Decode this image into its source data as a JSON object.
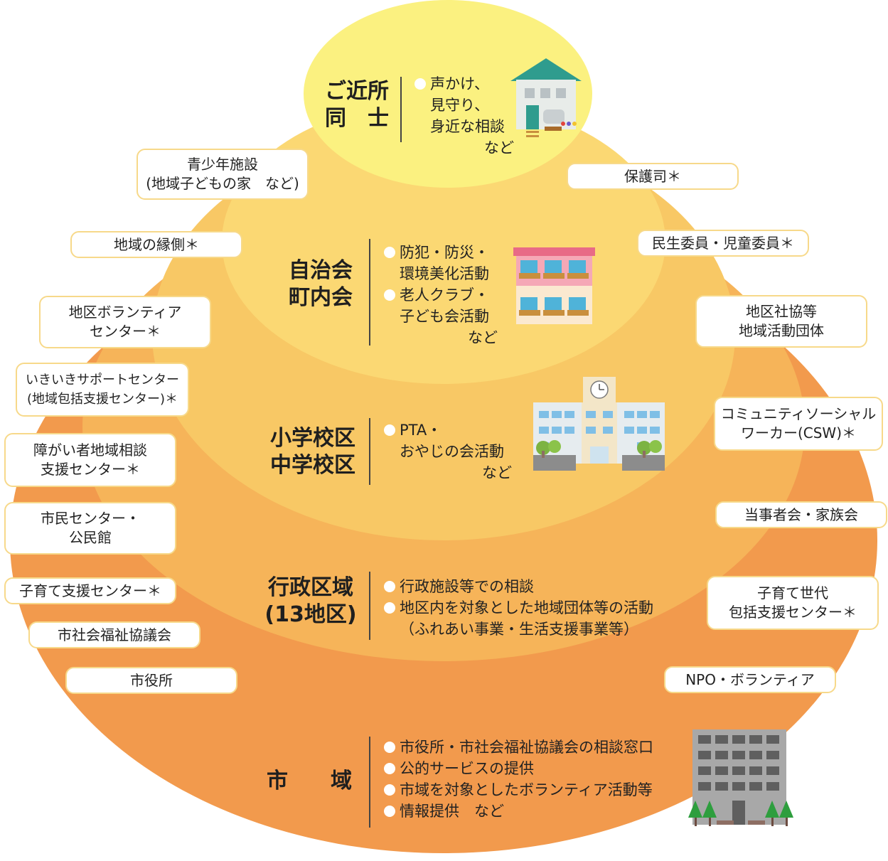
{
  "colors": {
    "outer": "#f29a4d",
    "ring2": "#f6b459",
    "ring3": "#f8c865",
    "ring4": "#fbd873",
    "center": "#fbf180",
    "tag_border": "#f7d98a"
  },
  "layers": [
    {
      "title": "ご近所\n同　士",
      "items": [
        {
          "text": "声かけ、",
          "dot": true
        },
        {
          "text": "見守り、",
          "dot": false
        },
        {
          "text": "身近な相談",
          "dot": false
        },
        {
          "text": "など",
          "tail": true
        }
      ],
      "icon": "house-icon"
    },
    {
      "title": "自治会\n町内会",
      "items": [
        {
          "text": "防犯・防災・",
          "dot": true
        },
        {
          "text": "環境美化活動",
          "dot": false
        },
        {
          "text": "老人クラブ・",
          "dot": true
        },
        {
          "text": "子ども会活動",
          "dot": false
        },
        {
          "text": "など",
          "tail": true
        }
      ],
      "icon": "apartment-icon"
    },
    {
      "title": "小学校区\n中学校区",
      "items": [
        {
          "text": "PTA・",
          "dot": true
        },
        {
          "text": "おやじの会活動",
          "dot": false
        },
        {
          "text": "など",
          "tail": true
        }
      ],
      "icon": "school-icon"
    },
    {
      "title": "行政区域\n(13地区)",
      "items": [
        {
          "text": "行政施設等での相談",
          "dot": true
        },
        {
          "text": "地区内を対象とした地域団体等の活動",
          "dot": true
        },
        {
          "text": "（ふれあい事業・生活支援事業等）",
          "dot": false
        }
      ],
      "icon": ""
    },
    {
      "title": "市　　域",
      "items": [
        {
          "text": "市役所・市社会福祉協議会の相談窓口",
          "dot": true
        },
        {
          "text": "公的サービスの提供",
          "dot": true
        },
        {
          "text": "市域を対象としたボランティア活動等",
          "dot": true
        },
        {
          "text": "情報提供　など",
          "dot": true
        }
      ],
      "icon": "office-building-icon"
    }
  ],
  "tags_left": [
    "青少年施設\n(地域子どもの家　など)",
    "地域の縁側＊",
    "地区ボランティア\nセンター＊",
    "いきいきサポートセンター\n(地域包括支援センター)＊",
    "障がい者地域相談\n支援センター＊",
    "市民センター・\n公民館",
    "子育て支援センター＊",
    "市社会福祉協議会",
    "市役所"
  ],
  "tags_right": [
    "保護司＊",
    "民生委員・児童委員＊",
    "地区社協等\n地域活動団体",
    "コミュニティソーシャル\nワーカー(CSW)＊",
    "当事者会・家族会",
    "子育て世代\n包括支援センター＊",
    "NPO・ボランティア"
  ]
}
